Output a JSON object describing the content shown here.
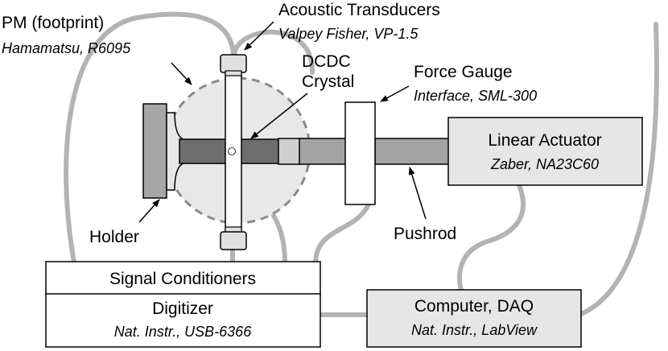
{
  "colors": {
    "cable": "#b3b3b3",
    "outline": "#000000",
    "box_fill": "#e6e6e6",
    "white_fill": "#ffffff",
    "holder_fill": "#a6a6a6",
    "crystal_fill": "#6e6e6e",
    "pushrod_fill": "#a3a3a3",
    "footprint_fill": "#e8e8e8",
    "footprint_stroke": "#8a8a8a",
    "spacer_fill": "#cfcfcf",
    "transducer_fill": "#e0e0e0"
  },
  "components": {
    "pm": {
      "label": "PM (footprint)",
      "model": "Hamamatsu, R6095"
    },
    "transducers": {
      "label": "Acoustic Transducers",
      "model": "Valpey Fisher, VP-1.5"
    },
    "crystal": {
      "label_line1": "DCDC",
      "label_line2": "Crystal"
    },
    "force_gauge": {
      "label": "Force Gauge",
      "model": "Interface, SML-300"
    },
    "actuator": {
      "label": "Linear Actuator",
      "model": "Zaber, NA23C60"
    },
    "holder": {
      "label": "Holder"
    },
    "pushrod": {
      "label": "Pushrod"
    },
    "signal_conditioners": {
      "label": "Signal Conditioners"
    },
    "digitizer": {
      "label": "Digitizer",
      "model": "Nat. Instr., USB-6366"
    },
    "computer": {
      "label": "Computer, DAQ",
      "model": "Nat. Instr., LabView"
    }
  }
}
